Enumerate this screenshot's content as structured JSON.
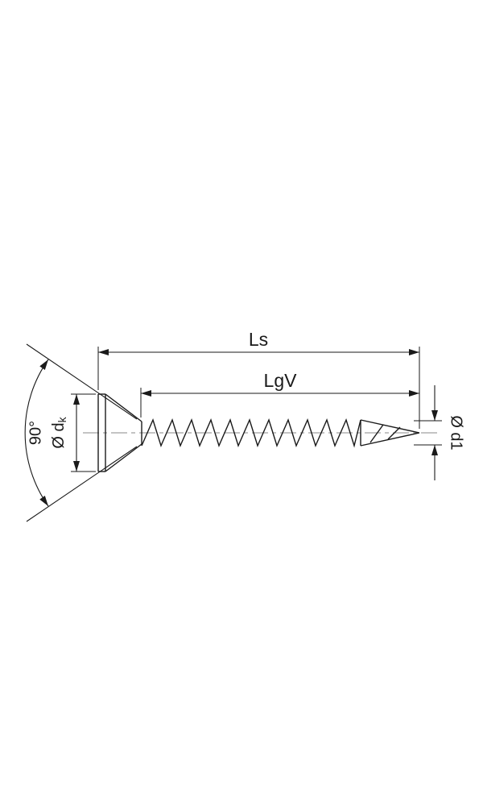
{
  "drawing": {
    "type": "technical-drawing-countersunk-screw",
    "line_color": "#1a1a1a",
    "centerline_color": "#8a8a8a",
    "background_color": "#ffffff"
  },
  "labels": {
    "total_length": "Ls",
    "thread_length": "LgV",
    "head_angle": "90°",
    "head_diameter_main": "Ø d",
    "head_diameter_sub": "k",
    "core_diameter": "Ø d1"
  }
}
